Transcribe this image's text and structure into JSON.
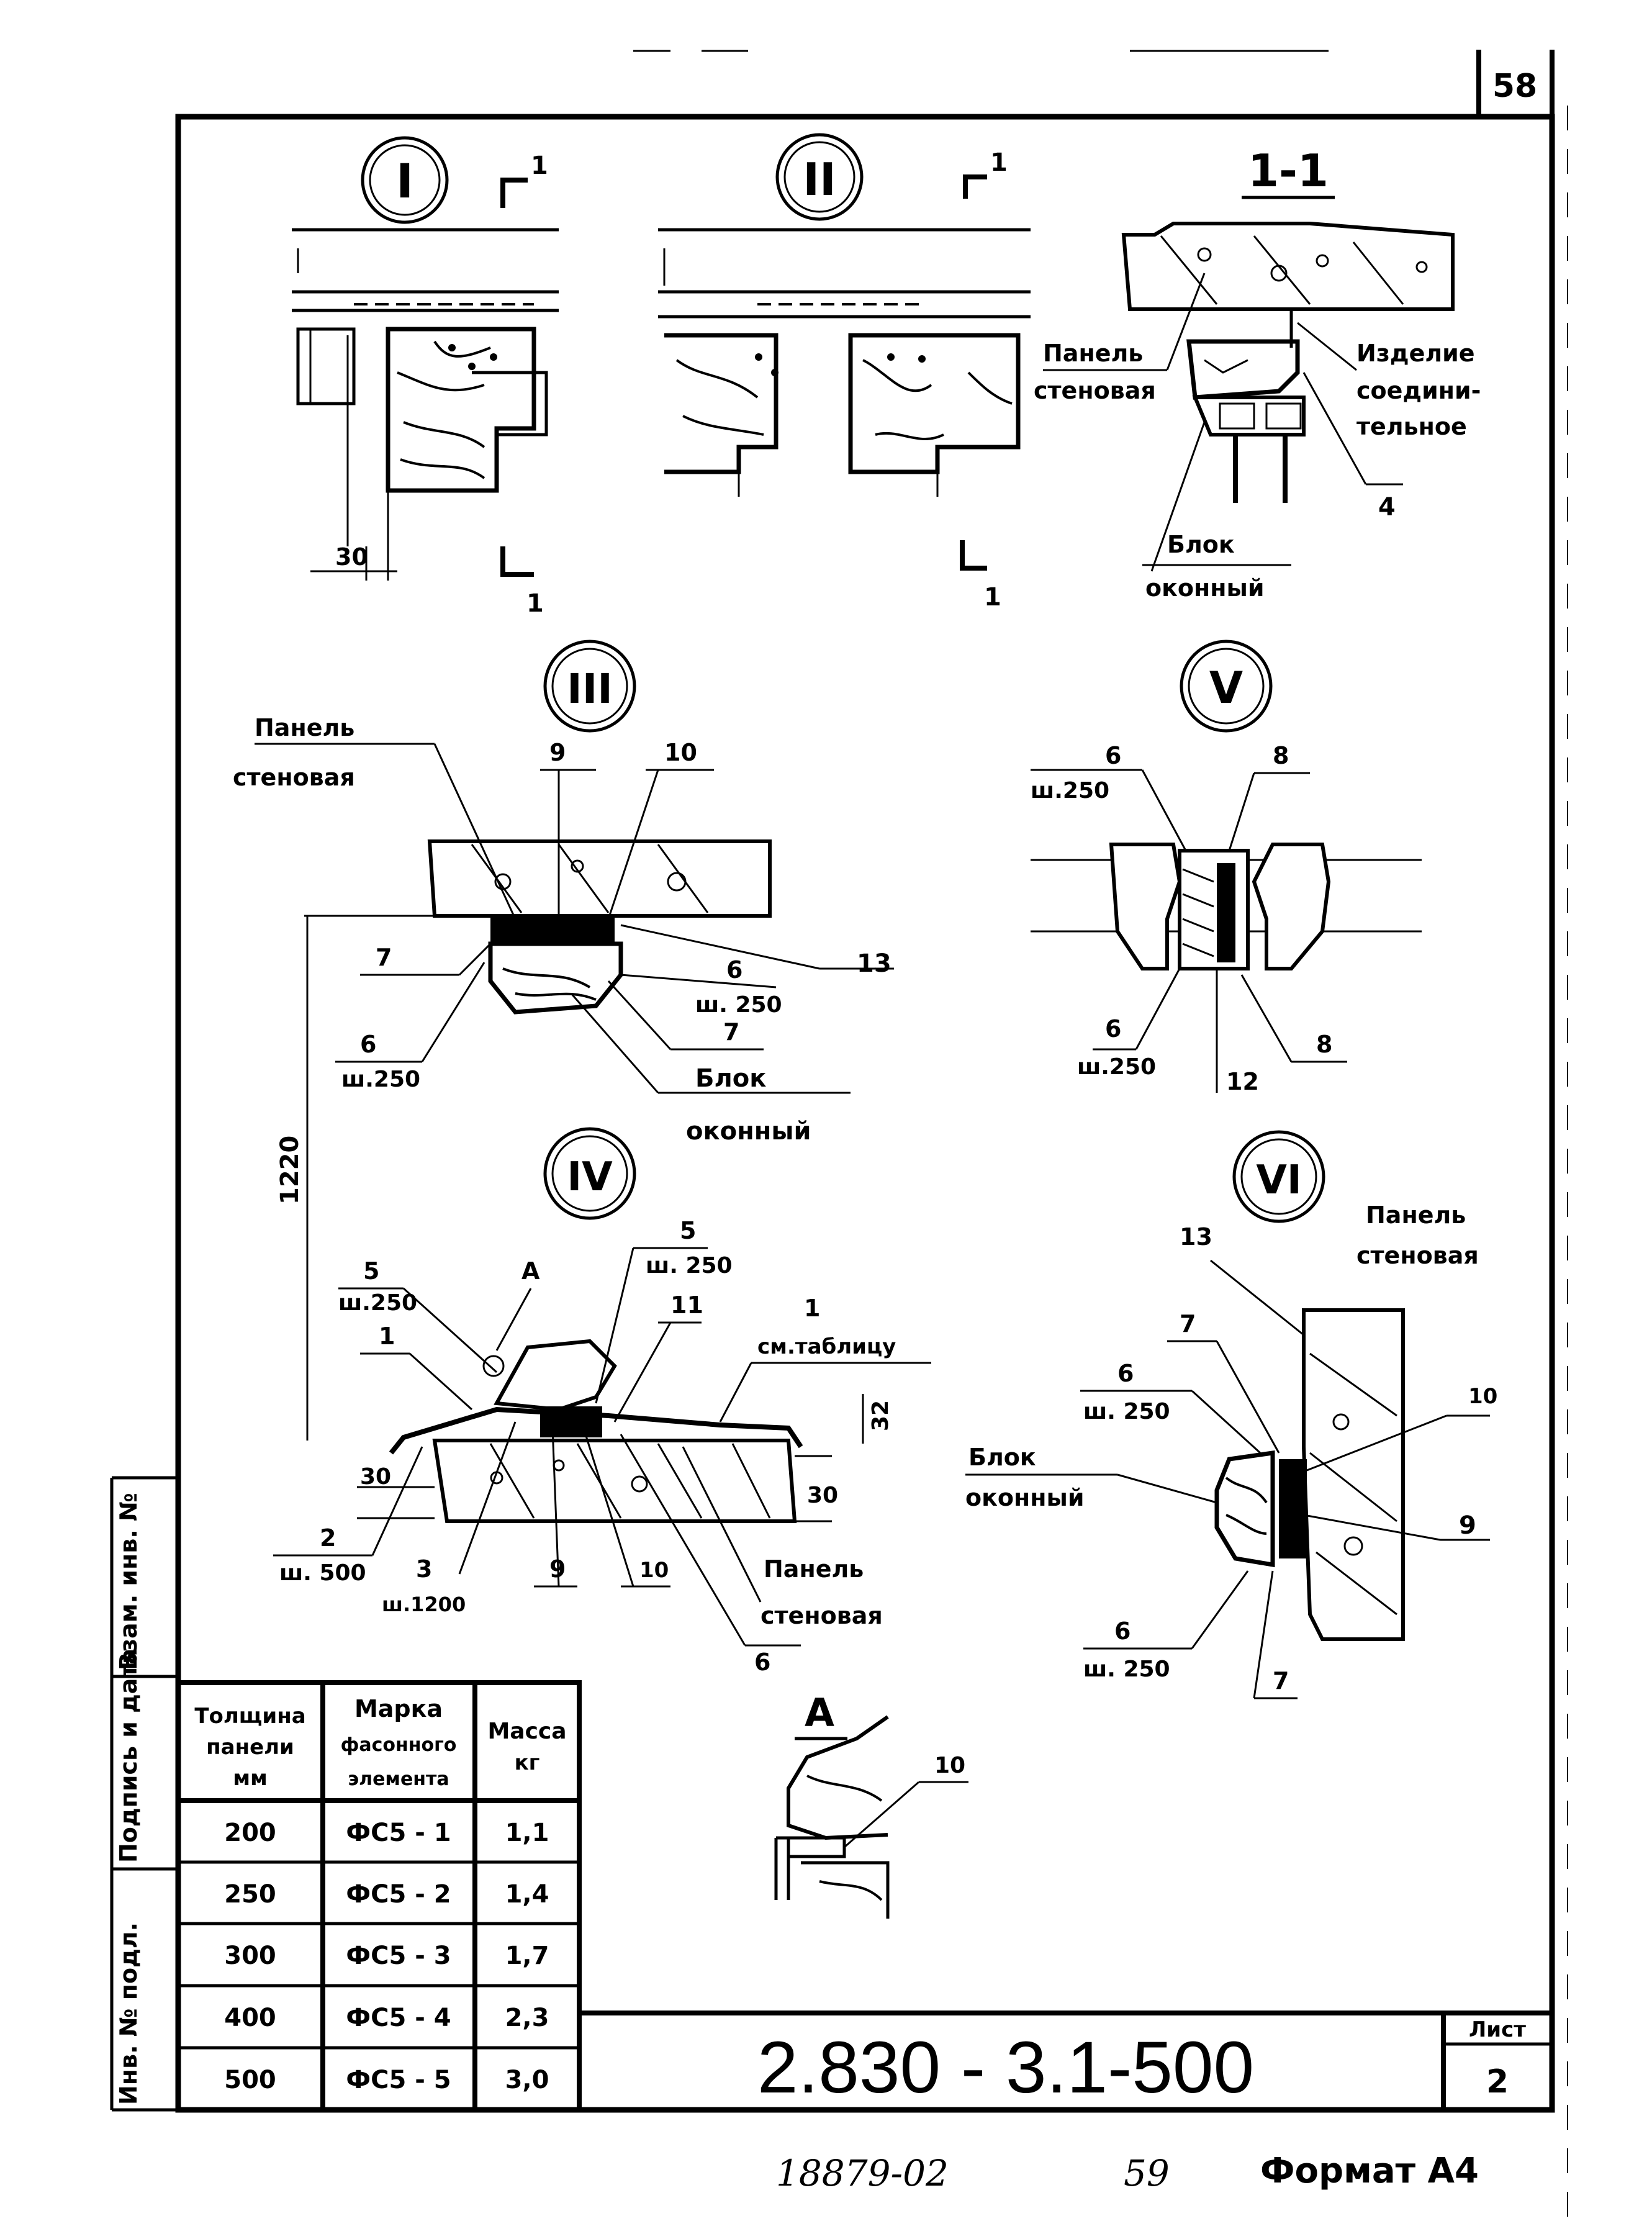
{
  "page_number": "58",
  "sheet_code": "2.830 - 3.1-500",
  "sheet_label": "Лист",
  "sheet_number": "2",
  "format_label": "Формат А4",
  "footer_handwritten_left": "18879-02",
  "footer_handwritten_mid": "59",
  "side_stamp": {
    "inv_orig": "Инв. № подл.",
    "sign_date": "Подпись и дата",
    "vzam_inv": "Взам. инв. №"
  },
  "details": {
    "I": {
      "marker": "I",
      "section_mark": "1",
      "dim_30": "30"
    },
    "II": {
      "marker": "II",
      "section_mark": "1"
    },
    "section_1_1": {
      "title": "1-1",
      "panel_label_1": "Панель",
      "panel_label_2": "стеновая",
      "connector_label_1": "Изделие",
      "connector_label_2": "соедини-",
      "connector_label_3": "тельное",
      "window_label_1": "Блок",
      "window_label_2": "оконный",
      "callout_4": "4"
    },
    "III": {
      "marker": "III",
      "panel_label_1": "Панель",
      "panel_label_2": "стеновая",
      "c9": "9",
      "c10": "10",
      "c13": "13",
      "c7a": "7",
      "c7b": "7",
      "c6a": "6",
      "c6a_sub": "ш. 250",
      "c6b": "6",
      "c6b_sub": "ш.250",
      "window_label_1": "Блок",
      "window_label_2": "оконный",
      "dim_1220": "1220"
    },
    "V": {
      "marker": "V",
      "c6a": "6",
      "c6a_sub": "ш.250",
      "c8a": "8",
      "c6b": "6",
      "c6b_sub": "ш.250",
      "c8b": "8",
      "c12": "12"
    },
    "IV": {
      "marker": "IV",
      "c5a": "5",
      "c5a_sub": "ш.250",
      "cA": "А",
      "c1a": "1",
      "c5b": "5",
      "c5b_sub": "ш. 250",
      "c11": "11",
      "c1b": "1",
      "c1b_sub": "см.таблицу",
      "dim_32": "32",
      "dim_30a": "30",
      "dim_30b": "30",
      "c2": "2",
      "c2_sub": "ш. 500",
      "c3": "3",
      "c3_sub": "ш.1200",
      "c9": "9",
      "c10": "10",
      "c6": "6",
      "panel_label_1": "Панель",
      "panel_label_2": "стеновая"
    },
    "VI": {
      "marker": "VI",
      "c13": "13",
      "panel_label_1": "Панель",
      "panel_label_2": "стеновая",
      "c7a": "7",
      "c6a": "6",
      "c6a_sub": "ш. 250",
      "c10": "10",
      "window_label_1": "Блок",
      "window_label_2": "оконный",
      "c9": "9",
      "c6b": "6",
      "c6b_sub": "ш. 250",
      "c7b": "7"
    },
    "A": {
      "title": "А",
      "c10": "10"
    }
  },
  "table": {
    "headers": [
      [
        "Толщина",
        "панели",
        "мм"
      ],
      [
        "Марка",
        "фасонного",
        "элемента"
      ],
      [
        "Масса",
        "кг"
      ]
    ],
    "rows": [
      [
        "200",
        "ФС5 - 1",
        "1,1"
      ],
      [
        "250",
        "ФС5 - 2",
        "1,4"
      ],
      [
        "300",
        "ФС5 - 3",
        "1,7"
      ],
      [
        "400",
        "ФС5 - 4",
        "2,3"
      ],
      [
        "500",
        "ФС5 - 5",
        "3,0"
      ]
    ]
  }
}
